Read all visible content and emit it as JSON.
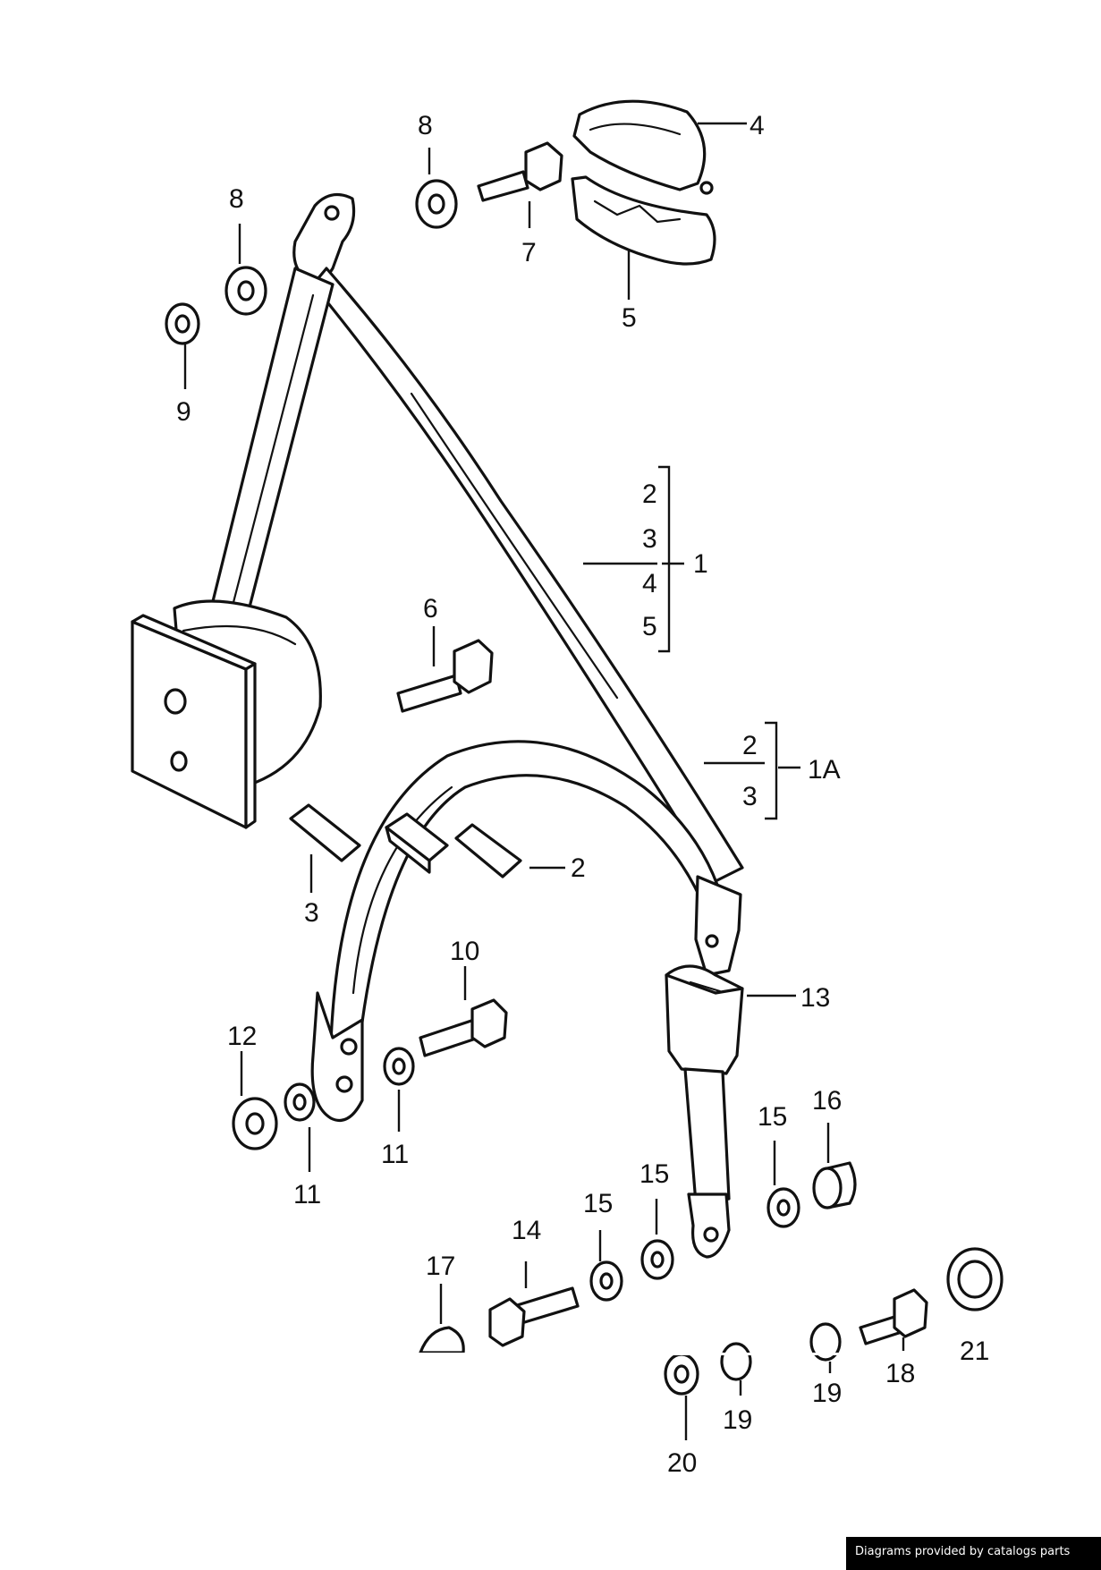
{
  "diagram": {
    "labels": {
      "l1": "1",
      "l1a": "1A",
      "l2": "2",
      "l3": "3",
      "l4": "4",
      "l5": "5",
      "l6": "6",
      "l7": "7",
      "l8": "8",
      "l9": "9",
      "l10": "10",
      "l11": "11",
      "l12": "12",
      "l13": "13",
      "l14": "14",
      "l15": "15",
      "l16": "16",
      "l17": "17",
      "l18": "18",
      "l19": "19",
      "l20": "20",
      "l21": "21"
    },
    "group_1": [
      "2",
      "3",
      "4",
      "5"
    ],
    "group_1a": [
      "2",
      "3"
    ]
  },
  "credit": "Diagrams provided by catalogs parts"
}
